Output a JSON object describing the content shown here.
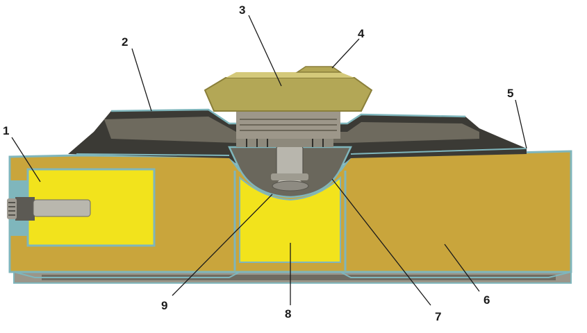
{
  "labels": {
    "l1": "1",
    "l2": "2",
    "l3": "3",
    "l4": "4",
    "l5": "5",
    "l6": "6",
    "l7": "7",
    "l8": "8",
    "l9": "9"
  },
  "colors": {
    "body_tan": "#c9a53c",
    "charge_yellow": "#f2e31c",
    "outline_teal": "#7fb6bc",
    "dark_cover": "#3b3a35",
    "mid_cover": "#6e6a5e",
    "fuze_olive": "#b3a756",
    "fuze_light": "#d4c97a",
    "bottom_grey": "#8a8778"
  }
}
